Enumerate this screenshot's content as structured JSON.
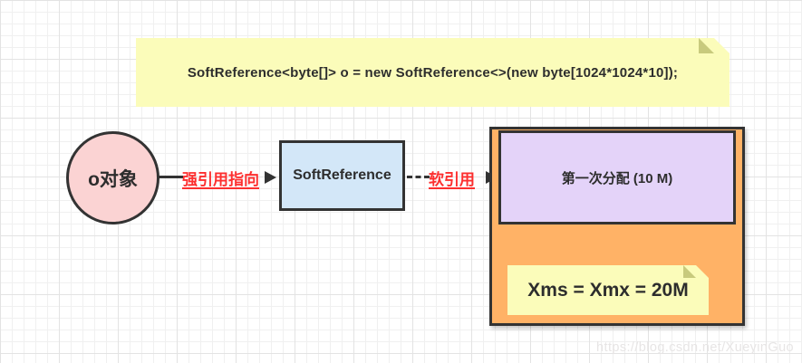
{
  "code_note": {
    "text": "SoftReference<byte[]> o = new SoftReference<>(new byte[1024*1024*10]);"
  },
  "object_node": {
    "label": "o对象"
  },
  "strong_ref_arrow": {
    "label": "强引用指向"
  },
  "soft_ref_node": {
    "label": "SoftReference"
  },
  "soft_ref_arrow": {
    "label": "软引用"
  },
  "heap": {
    "first_allocation_label": "第一次分配 (10 M)",
    "memory_note": "Xms = Xmx = 20M"
  },
  "watermark": {
    "text": "https://blog.csdn.net/XueyinGuo"
  },
  "colors": {
    "note_yellow": "#fbfcba",
    "note_fold_olive": "#c8ca7d",
    "object_pink": "#fbd3d3",
    "softref_blue": "#d3e7f8",
    "heap_orange": "#ffb266",
    "allocation_purple": "#e4d3f9",
    "arrow_label_red": "#fd2f2f",
    "stroke_dark": "#333333",
    "grid_line": "#e3e3e3"
  }
}
